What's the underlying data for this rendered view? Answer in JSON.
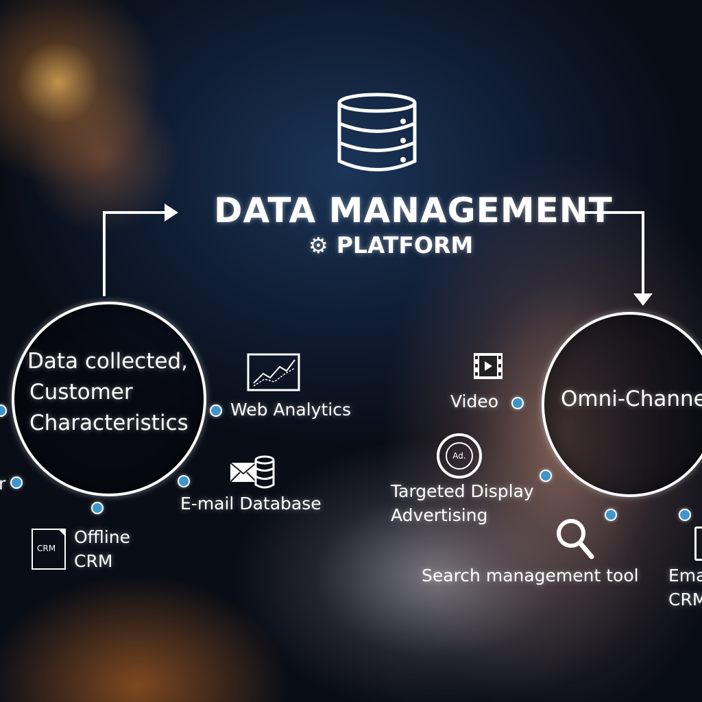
{
  "header": {
    "title": "DATA MANAGEMENT",
    "subtitle": "PLATFORM"
  },
  "left_hub": {
    "lines": [
      "Data collected,",
      "Customer",
      "Characteristics"
    ]
  },
  "right_hub": {
    "label": "Omni-Channel"
  },
  "sources": {
    "partial_left": "r",
    "web_analytics": "Web Analytics",
    "email_database": "E-mail Database",
    "offline_crm": {
      "lines": [
        "Offline",
        "CRM"
      ],
      "icon_text": "CRM"
    }
  },
  "channels": {
    "video": "Video",
    "display": {
      "lines": [
        "Targeted Display",
        "Advertising"
      ],
      "icon_text": "Ad."
    },
    "search": "Search management tool",
    "email_crm": {
      "lines": [
        "Ema",
        "CRM"
      ]
    }
  },
  "colors": {
    "dot": "#3f95c9",
    "line": "#ffffff"
  }
}
